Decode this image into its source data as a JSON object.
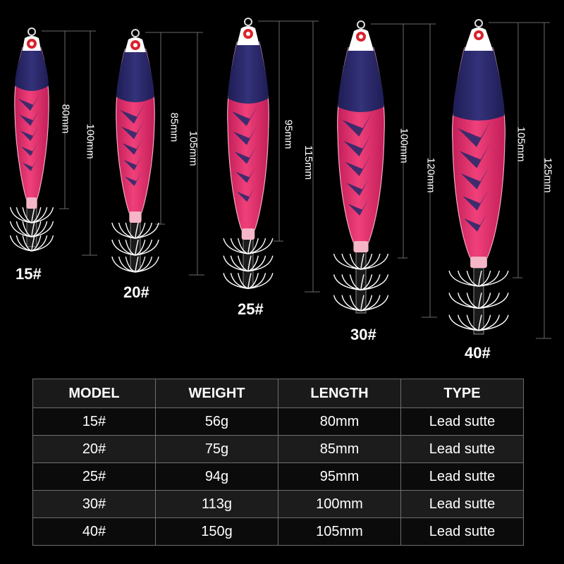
{
  "labels": {
    "l15": "15#",
    "l20": "20#",
    "l25": "25#",
    "l30": "30#",
    "l40": "40#"
  },
  "dimensions": {
    "l15": {
      "body": "80mm",
      "total": "100mm"
    },
    "l20": {
      "body": "85mm",
      "total": "105mm"
    },
    "l25": {
      "body": "95mm",
      "total": "115mm"
    },
    "l30": {
      "body": "100mm",
      "total": "120mm"
    },
    "l40": {
      "body": "105mm",
      "total": "125mm"
    }
  },
  "colors": {
    "background": "#000000",
    "lure_pink": "#e8336f",
    "lure_navy": "#2c2a6b",
    "lure_head": "#ffffff",
    "eye_red": "#d9232e",
    "guide_line": "#6a6a6a"
  },
  "table": {
    "headers": [
      "MODEL",
      "WEIGHT",
      "LENGTH",
      "TYPE"
    ],
    "rows": [
      [
        "15#",
        "56g",
        "80mm",
        "Lead sutte"
      ],
      [
        "20#",
        "75g",
        "85mm",
        "Lead sutte"
      ],
      [
        "25#",
        "94g",
        "95mm",
        "Lead sutte"
      ],
      [
        "30#",
        "113g",
        "100mm",
        "Lead sutte"
      ],
      [
        "40#",
        "150g",
        "105mm",
        "Lead sutte"
      ]
    ]
  }
}
